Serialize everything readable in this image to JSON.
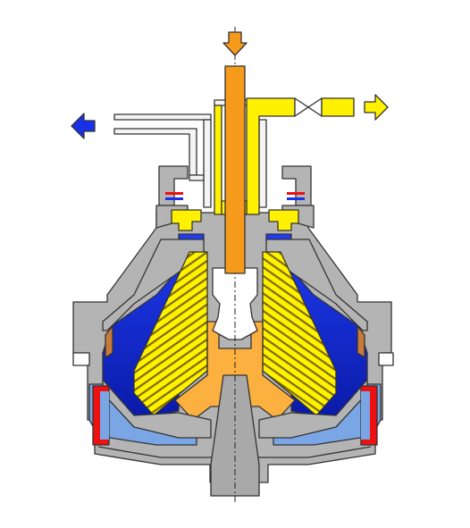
{
  "figure": {
    "subject": "disc-stack-centrifuge-cross-section",
    "colors": {
      "background": "#ffffff",
      "outline": "#333333",
      "casing": "#b4b4b4",
      "casing_dark": "#8c8c8c",
      "outer_pipe": "#f4f4f4",
      "heavy_phase": "#1730e8",
      "heavy_phase_light": "#4f6bd8",
      "light_phase": "#fff100",
      "light_phase_dark": "#d8c800",
      "feed": "#f59a1a",
      "solids": "#fbb040",
      "seal_red": "#ee1111",
      "ring_blue": "#7aa6e6",
      "inner_bowl": "#a9a9a9"
    },
    "arrows": [
      {
        "name": "feed-inlet-arrow",
        "direction": "down",
        "color": "#f59a1a"
      },
      {
        "name": "heavy-phase-outlet-arrow",
        "direction": "left",
        "color": "#1730e8"
      },
      {
        "name": "light-phase-outlet-arrow",
        "direction": "right",
        "color": "#fff100"
      }
    ]
  }
}
